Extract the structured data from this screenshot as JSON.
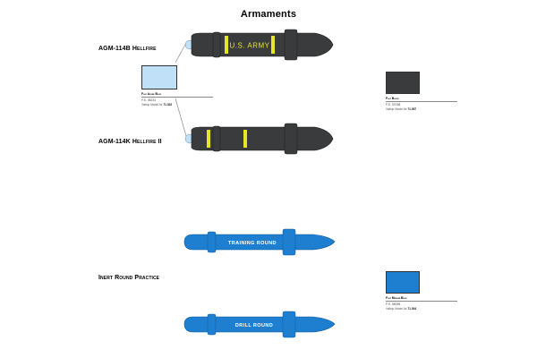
{
  "title": "Armaments",
  "missiles": [
    {
      "name": "AGM-114B Hellfire",
      "marking": "U.S. ARMY"
    },
    {
      "name": "AGM-114K Hellfire II"
    },
    {
      "name": "Inert Round Practice",
      "marking_top": "TRAINING ROUND",
      "marking_bottom": "DRILL ROUND"
    }
  ],
  "swatches": [
    {
      "name": "Flat Azure Blue",
      "fs": "F.S. 35231",
      "paint_prefix": "Vallejo Model Air ",
      "paint_code": "71.302"
    },
    {
      "name": "Flat Black",
      "fs": "F.S. 37038",
      "paint_prefix": "Vallejo Model Air ",
      "paint_code": "71.057"
    },
    {
      "name": "Flat Medium Blue",
      "fs": "F.S. 35095",
      "paint_prefix": "Vallejo Model Air ",
      "paint_code": "71.004"
    }
  ],
  "colors": {
    "azure": "#bfe0f6",
    "black": "#3a3b3d",
    "medium_blue": "#1e7fd1",
    "yellow": "#e6e628"
  }
}
